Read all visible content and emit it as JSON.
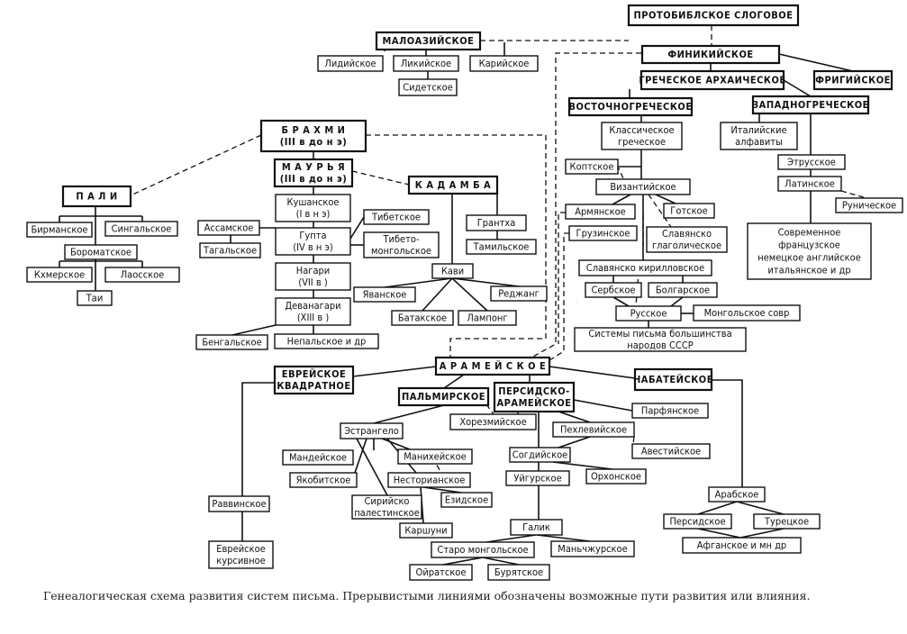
{
  "caption": "Генеалогическая схема развития систем письма. Прерывистыми линиями обозначены возможные пути развития или влияния.",
  "nodes": [
    {
      "id": "protobybl",
      "lines": [
        "ПРОТОБИБЛСКОЕ СЛОГОВОЕ"
      ]
    },
    {
      "id": "maloaz",
      "lines": [
        "МАЛОАЗИЙСКОЕ"
      ]
    },
    {
      "id": "lidiyskoe",
      "lines": [
        "Лидийское"
      ]
    },
    {
      "id": "likiyskoe",
      "lines": [
        "Ликийское"
      ]
    },
    {
      "id": "kariyskoe",
      "lines": [
        "Карийское"
      ]
    },
    {
      "id": "sidetskoe",
      "lines": [
        "Сидетское"
      ]
    },
    {
      "id": "finik",
      "lines": [
        "ФИНИКИЙСКОЕ"
      ]
    },
    {
      "id": "grech_arh",
      "lines": [
        "ГРЕЧЕСКОЕ АРХАИЧЕСКОЕ"
      ]
    },
    {
      "id": "frig",
      "lines": [
        "ФРИГИЙСКОЕ"
      ]
    },
    {
      "id": "vostgrech",
      "lines": [
        "ВОСТОЧНОГРЕЧЕСКОЕ"
      ]
    },
    {
      "id": "zapgrech",
      "lines": [
        "ЗАПАДНОГРЕЧЕСКОЕ"
      ]
    },
    {
      "id": "klass",
      "lines": [
        "Классическое",
        "греческое"
      ]
    },
    {
      "id": "italiy",
      "lines": [
        "Италийские",
        "алфавиты"
      ]
    },
    {
      "id": "koptskoe",
      "lines": [
        "Коптское"
      ]
    },
    {
      "id": "etrus",
      "lines": [
        "Этрусское"
      ]
    },
    {
      "id": "vizant",
      "lines": [
        "Византийское"
      ]
    },
    {
      "id": "latin",
      "lines": [
        "Латинское"
      ]
    },
    {
      "id": "runich",
      "lines": [
        "Руническое"
      ]
    },
    {
      "id": "sovrem",
      "lines": [
        "Современное",
        "французское",
        "немецкое английское",
        "итальянское и др"
      ]
    },
    {
      "id": "armyan",
      "lines": [
        "Армянское"
      ]
    },
    {
      "id": "gotsk",
      "lines": [
        "Готское"
      ]
    },
    {
      "id": "gruzin",
      "lines": [
        "Грузинское"
      ]
    },
    {
      "id": "glagol",
      "lines": [
        "Славянско",
        "глаголическое"
      ]
    },
    {
      "id": "kirill",
      "lines": [
        "Славянско кирилловское"
      ]
    },
    {
      "id": "serb",
      "lines": [
        "Сербское"
      ]
    },
    {
      "id": "bolgar",
      "lines": [
        "Болгарское"
      ]
    },
    {
      "id": "russ",
      "lines": [
        "Русское"
      ]
    },
    {
      "id": "mong_sovr",
      "lines": [
        "Монгольское совр"
      ]
    },
    {
      "id": "sssr",
      "lines": [
        "Системы письма большинства",
        "народов СССР"
      ]
    },
    {
      "id": "brahmi",
      "lines": [
        "Б Р А Х М И",
        "(III в до н э)"
      ]
    },
    {
      "id": "maurya",
      "lines": [
        "М А У Р Ь Я",
        "(III в до н э)"
      ]
    },
    {
      "id": "pali",
      "lines": [
        "П А Л И"
      ]
    },
    {
      "id": "kadamba",
      "lines": [
        "К А Д А М Б А"
      ]
    },
    {
      "id": "kushan",
      "lines": [
        "Кушанское",
        "(I в н э)"
      ]
    },
    {
      "id": "tibet",
      "lines": [
        "Тибетское"
      ]
    },
    {
      "id": "birman",
      "lines": [
        "Бирманское"
      ]
    },
    {
      "id": "singal",
      "lines": [
        "Сингальское"
      ]
    },
    {
      "id": "assam",
      "lines": [
        "Ассамское"
      ]
    },
    {
      "id": "gupta",
      "lines": [
        "Гупта",
        "(IV в н э)"
      ]
    },
    {
      "id": "tibmong",
      "lines": [
        "Тибето-",
        "монгольское"
      ]
    },
    {
      "id": "grantha",
      "lines": [
        "Грантха"
      ]
    },
    {
      "id": "boromat",
      "lines": [
        "Бороматское"
      ]
    },
    {
      "id": "tagal",
      "lines": [
        "Тагальское"
      ]
    },
    {
      "id": "tamil",
      "lines": [
        "Тамильское"
      ]
    },
    {
      "id": "khmer",
      "lines": [
        "Кхмерское"
      ]
    },
    {
      "id": "laos",
      "lines": [
        "Лаосское"
      ]
    },
    {
      "id": "nagari",
      "lines": [
        "Нагари",
        "(VII в )"
      ]
    },
    {
      "id": "kavi",
      "lines": [
        "Кави"
      ]
    },
    {
      "id": "tai",
      "lines": [
        "Таи"
      ]
    },
    {
      "id": "yavan",
      "lines": [
        "Яванское"
      ]
    },
    {
      "id": "redzhang",
      "lines": [
        "Реджанг"
      ]
    },
    {
      "id": "devanag",
      "lines": [
        "Деванагари",
        "(XIII в )"
      ]
    },
    {
      "id": "batak",
      "lines": [
        "Батакское"
      ]
    },
    {
      "id": "lampong",
      "lines": [
        "Лампонг"
      ]
    },
    {
      "id": "bengal",
      "lines": [
        "Бенгальское"
      ]
    },
    {
      "id": "nepal",
      "lines": [
        "Непальское и др"
      ]
    },
    {
      "id": "aram",
      "lines": [
        "А Р А М Е Й С К О Е"
      ]
    },
    {
      "id": "evr_kv",
      "lines": [
        "ЕВРЕЙСКОЕ",
        "КВАДРАТНОЕ"
      ]
    },
    {
      "id": "palmir",
      "lines": [
        "ПАЛЬМИРСКОЕ"
      ]
    },
    {
      "id": "pers_aram",
      "lines": [
        "ПЕРСИДСКО-",
        "АРАМЕЙСКОЕ"
      ]
    },
    {
      "id": "nabat",
      "lines": [
        "НАБАТЕЙСКОЕ"
      ]
    },
    {
      "id": "parf",
      "lines": [
        "Парфянское"
      ]
    },
    {
      "id": "horezm",
      "lines": [
        "Хорезмийское"
      ]
    },
    {
      "id": "estrang",
      "lines": [
        "Эстрангело"
      ]
    },
    {
      "id": "pehlev",
      "lines": [
        "Пехлевийское"
      ]
    },
    {
      "id": "avest",
      "lines": [
        "Авестийское"
      ]
    },
    {
      "id": "mandei",
      "lines": [
        "Мандейское"
      ]
    },
    {
      "id": "manih",
      "lines": [
        "Манихейское"
      ]
    },
    {
      "id": "sogd",
      "lines": [
        "Согдийское"
      ]
    },
    {
      "id": "yakobit",
      "lines": [
        "Якобитское"
      ]
    },
    {
      "id": "nestor",
      "lines": [
        "Несторианское"
      ]
    },
    {
      "id": "uigur",
      "lines": [
        "Уйгурское"
      ]
    },
    {
      "id": "orhon",
      "lines": [
        "Орхонское"
      ]
    },
    {
      "id": "ravvin",
      "lines": [
        "Раввинское"
      ]
    },
    {
      "id": "sir_pal",
      "lines": [
        "Сирийско",
        "палестинское"
      ]
    },
    {
      "id": "ezid",
      "lines": [
        "Езидское"
      ]
    },
    {
      "id": "arab",
      "lines": [
        "Арабское"
      ]
    },
    {
      "id": "karshuni",
      "lines": [
        "Каршуни"
      ]
    },
    {
      "id": "persid",
      "lines": [
        "Персидское"
      ]
    },
    {
      "id": "turets",
      "lines": [
        "Турецкое"
      ]
    },
    {
      "id": "galik",
      "lines": [
        "Галик"
      ]
    },
    {
      "id": "staromong",
      "lines": [
        "Старо монгольское"
      ]
    },
    {
      "id": "manchzh",
      "lines": [
        "Маньчжурское"
      ]
    },
    {
      "id": "afgan",
      "lines": [
        "Афганское и мн др"
      ]
    },
    {
      "id": "evr_kurs",
      "lines": [
        "Еврейское",
        "курсивное"
      ]
    },
    {
      "id": "oirat",
      "lines": [
        "Ойратское"
      ]
    },
    {
      "id": "buryat",
      "lines": [
        "Бурятское"
      ]
    }
  ]
}
